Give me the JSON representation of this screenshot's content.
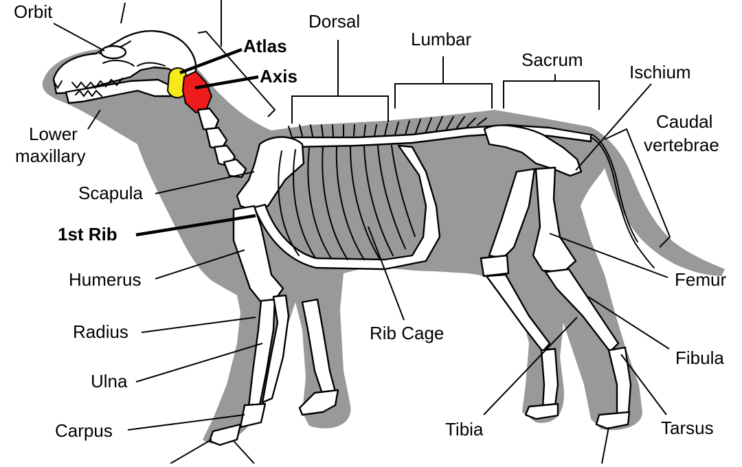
{
  "labels": {
    "orbit": "Orbit",
    "atlas": "Atlas",
    "axis": "Axis",
    "dorsal": "Dorsal",
    "lumbar": "Lumbar",
    "sacrum": "Sacrum",
    "ischium": "Ischium",
    "caudal_line1": "Caudal",
    "caudal_line2": "vertebrae",
    "lower_max_line1": "Lower",
    "lower_max_line2": "maxillary",
    "scapula": "Scapula",
    "first_rib": "1st Rib",
    "humerus": "Humerus",
    "radius": "Radius",
    "ulna": "Ulna",
    "carpus": "Carpus",
    "rib_cage": "Rib Cage",
    "femur": "Femur",
    "fibula": "Fibula",
    "tibia": "Tibia",
    "tarsus": "Tarsus"
  },
  "colors": {
    "silhouette": "#999999",
    "bone": "#ffffff",
    "atlas": "#f7ea1a",
    "axis": "#ee1c1c"
  }
}
